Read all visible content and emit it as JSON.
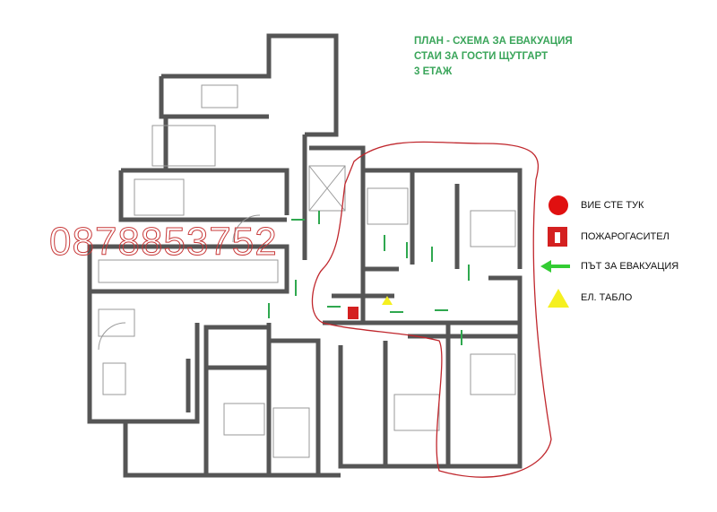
{
  "title": {
    "line1": "ПЛАН - СХЕМА ЗА ЕВАКУАЦИЯ",
    "line2": "СТАИ ЗА ГОСТИ ЩУТГАРТ",
    "line3": "3 ЕТАЖ"
  },
  "legend": [
    {
      "icon": "red-circle-icon",
      "label": "ВИЕ СТЕ ТУК",
      "color": "#e01010"
    },
    {
      "icon": "fire-extinguisher-icon",
      "label": "ПОЖАРОГАСИТЕЛ",
      "color": "#d42020"
    },
    {
      "icon": "green-arrow-left-icon",
      "label": "ПЪТ ЗА ЕВАКУАЦИЯ",
      "color": "#33cc33"
    },
    {
      "icon": "yellow-triangle-icon",
      "label": "ЕЛ. ТАБЛО",
      "color": "#f5f020"
    }
  ],
  "watermark": "0878853752",
  "colors": {
    "wall": "#5a5a5a",
    "route": "#2fa84f",
    "boundary": "#c0272d"
  }
}
